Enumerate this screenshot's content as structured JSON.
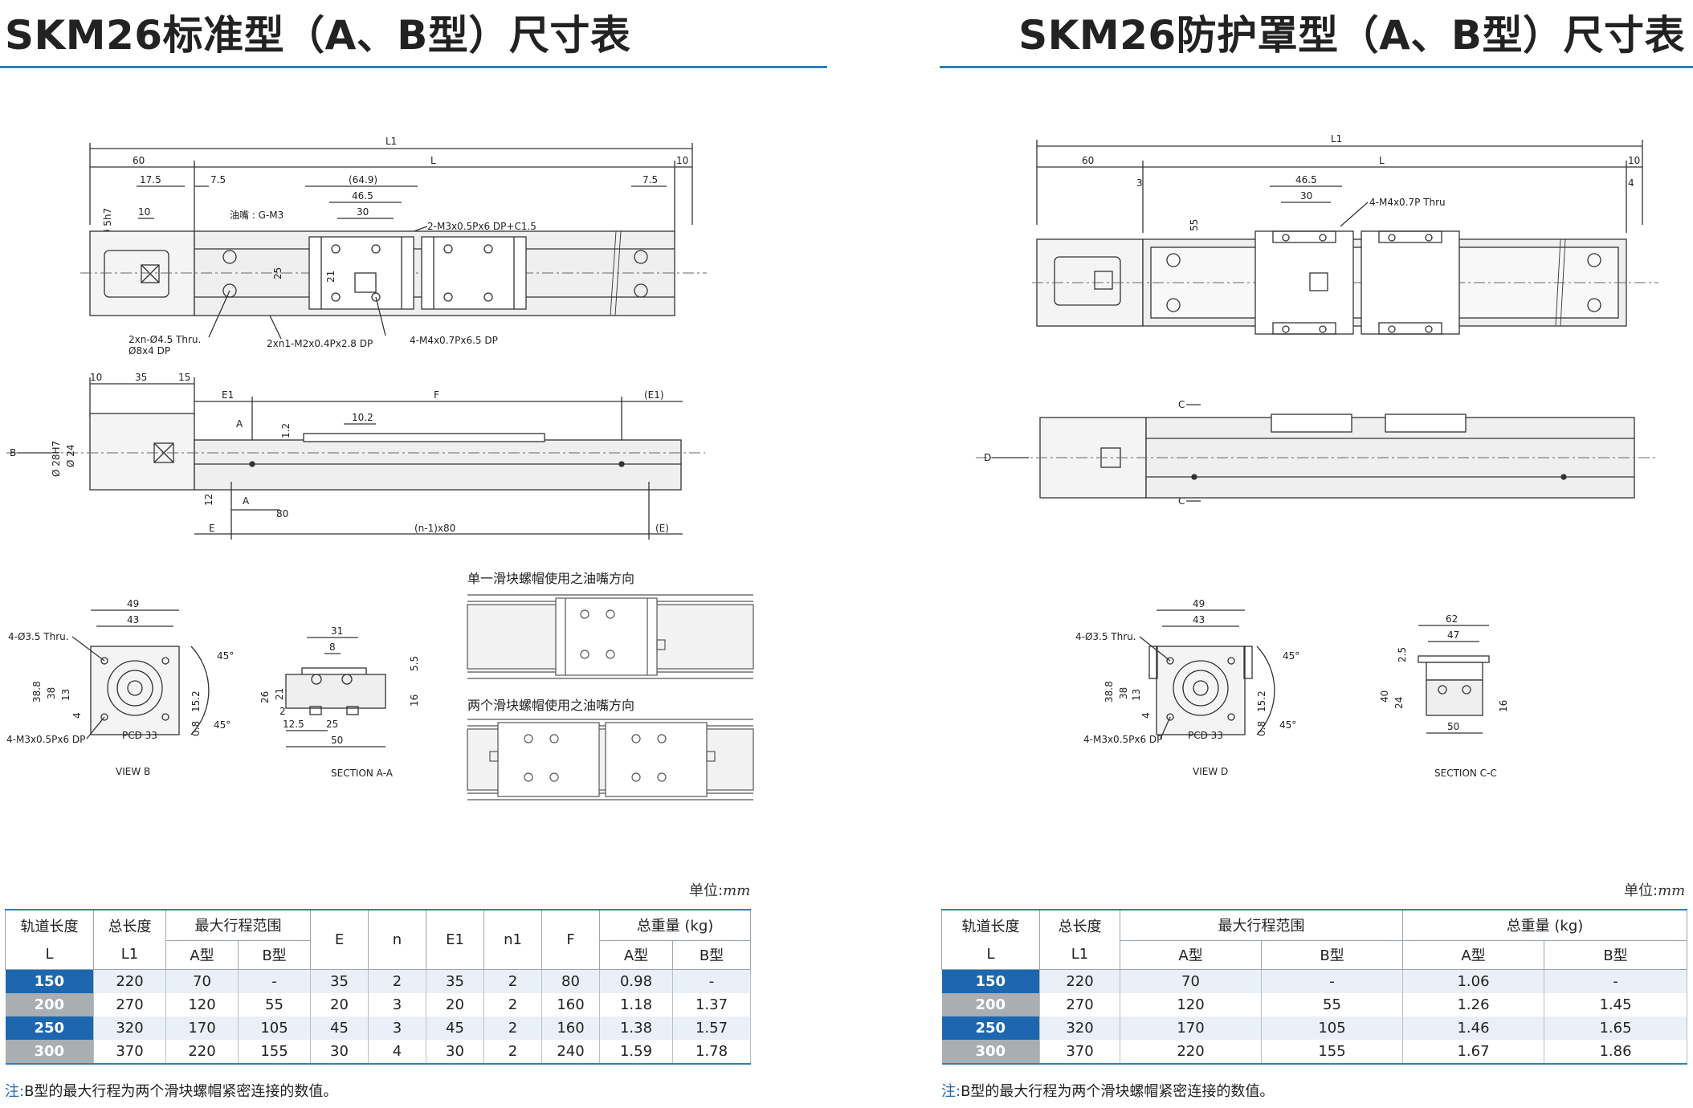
{
  "titles": {
    "left": "SKM26标准型（A、B型）尺寸表",
    "right": "SKM26防护罩型（A、B型）尺寸表"
  },
  "drawing_left": {
    "top": {
      "L1": "L1",
      "L": "L",
      "d60": "60",
      "d10": "10",
      "d17_5": "17.5",
      "d7_5a": "7.5",
      "d7_5b": "7.5",
      "d64_9": "(64.9)",
      "d46_5": "46.5",
      "d30": "30",
      "d10b": "10",
      "phi5": "Ø 5h7",
      "oil": "油嘴 : G-M3",
      "tap": "2-M3x0.5Px6 DP+C1.5",
      "d25": "25",
      "d21": "21",
      "hole1": "2xn-Ø4.5 Thru.",
      "hole1b": "Ø8x4 DP",
      "hole2": "2xn1-M2x0.4Px2.8 DP",
      "hole3": "4-M4x0.7Px6.5 DP"
    },
    "side": {
      "d10": "10",
      "d35": "35",
      "d15": "15",
      "E1": "E1",
      "F": "F",
      "E1r": "(E1)",
      "A": "A",
      "A2": "A",
      "d1_2": "1.2",
      "d10_2": "10.2",
      "B": "B",
      "phi28": "Ø 28H7",
      "phi24": "Ø 24",
      "d12": "12",
      "d80": "80",
      "E": "E",
      "n80": "(n-1)x80",
      "Er": "(E)"
    },
    "viewb": {
      "d49": "49",
      "d43": "43",
      "hole": "4-Ø3.5 Thru.",
      "tap": "4-M3x0.5Px6 DP",
      "pcd": "PCD 33",
      "a45a": "45°",
      "a45b": "45°",
      "d38_8": "38.8",
      "d38": "38",
      "d13": "13",
      "d4": "4",
      "d15_2": "15.2",
      "d0_8": "0.8",
      "label": "VIEW B"
    },
    "secaa": {
      "d31": "31",
      "d8": "8",
      "d5_5": "5.5",
      "d26": "26",
      "d21": "21",
      "d2": "2",
      "d16": "16",
      "d12_5": "12.5",
      "d25": "25",
      "d50": "50",
      "label": "SECTION A-A"
    },
    "oil1": "单一滑块螺帽使用之油嘴方向",
    "oil2": "两个滑块螺帽使用之油嘴方向"
  },
  "drawing_right": {
    "top": {
      "L1": "L1",
      "L": "L",
      "d60": "60",
      "d10": "10",
      "d3": "3",
      "d4": "4",
      "d46_5": "46.5",
      "d30": "30",
      "tap": "4-M4x0.7P Thru",
      "d55": "55"
    },
    "side": {
      "C1": "C",
      "C2": "C",
      "D": "D"
    },
    "viewd": {
      "d49": "49",
      "d43": "43",
      "hole": "4-Ø3.5 Thru.",
      "tap": "4-M3x0.5Px6 DP",
      "pcd": "PCD 33",
      "a45a": "45°",
      "a45b": "45°",
      "d38_8": "38.8",
      "d38": "38",
      "d13": "13",
      "d4": "4",
      "d15_2": "15.2",
      "d0_8": "0.8",
      "label": "VIEW D"
    },
    "seccc": {
      "d62": "62",
      "d47": "47",
      "d2_5": "2.5",
      "d40": "40",
      "d24": "24",
      "d16": "16",
      "d50": "50",
      "label": "SECTION C-C"
    }
  },
  "table_left": {
    "unit_prefix": "单位:",
    "unit": "mm",
    "h_len": "轨道长度",
    "h_len_sub": "L",
    "h_total": "总长度",
    "h_total_sub": "L1",
    "h_stroke": "最大行程范围",
    "h_a": "A型",
    "h_b": "B型",
    "h_E": "E",
    "h_n": "n",
    "h_E1": "E1",
    "h_n1": "n1",
    "h_F": "F",
    "h_weight": "总重量 (kg)",
    "h_wa": "A型",
    "h_wb": "B型",
    "rows": [
      [
        "150",
        "220",
        "70",
        "-",
        "35",
        "2",
        "35",
        "2",
        "80",
        "0.98",
        "-"
      ],
      [
        "200",
        "270",
        "120",
        "55",
        "20",
        "3",
        "20",
        "2",
        "160",
        "1.18",
        "1.37"
      ],
      [
        "250",
        "320",
        "170",
        "105",
        "45",
        "3",
        "45",
        "2",
        "160",
        "1.38",
        "1.57"
      ],
      [
        "300",
        "370",
        "220",
        "155",
        "30",
        "4",
        "30",
        "2",
        "240",
        "1.59",
        "1.78"
      ]
    ],
    "note_lead": "注:",
    "note": "B型的最大行程为两个滑块螺帽紧密连接的数值。"
  },
  "table_right": {
    "unit_prefix": "单位:",
    "unit": "mm",
    "h_len": "轨道长度",
    "h_len_sub": "L",
    "h_total": "总长度",
    "h_total_sub": "L1",
    "h_stroke": "最大行程范围",
    "h_a": "A型",
    "h_b": "B型",
    "h_weight": "总重量 (kg)",
    "h_wa": "A型",
    "h_wb": "B型",
    "rows": [
      [
        "150",
        "220",
        "70",
        "-",
        "1.06",
        "-"
      ],
      [
        "200",
        "270",
        "120",
        "55",
        "1.26",
        "1.45"
      ],
      [
        "250",
        "320",
        "170",
        "105",
        "1.46",
        "1.65"
      ],
      [
        "300",
        "370",
        "220",
        "155",
        "1.67",
        "1.86"
      ]
    ],
    "note_lead": "注:",
    "note": "B型的最大行程为两个滑块螺帽紧密连接的数值。"
  }
}
